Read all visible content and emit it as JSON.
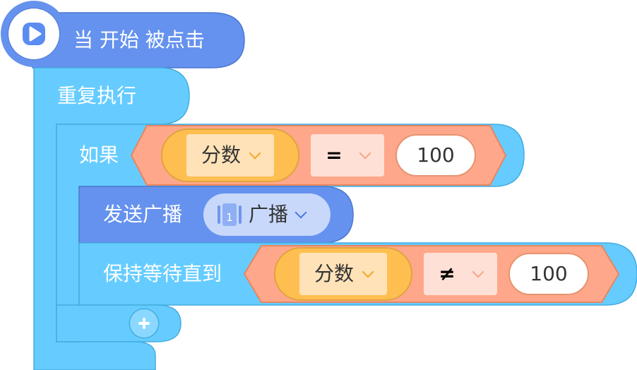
{
  "hat_block": {
    "label": "当 开始 被点击"
  },
  "forever_block": {
    "label": "重复执行"
  },
  "if_block": {
    "label": "如果",
    "condition": {
      "variable": "分数",
      "operator": "=",
      "value": "100"
    }
  },
  "broadcast_block": {
    "label": "发送广播",
    "message": "广播",
    "message_icon_number": "1"
  },
  "wait_until_block": {
    "label": "保持等待直到",
    "condition": {
      "variable": "分数",
      "operator": "≠",
      "value": "100"
    }
  },
  "colors": {
    "event": "#6592ee",
    "control": "#66ccff",
    "operator": "#ffa78a",
    "variable": "#ffbf50"
  }
}
